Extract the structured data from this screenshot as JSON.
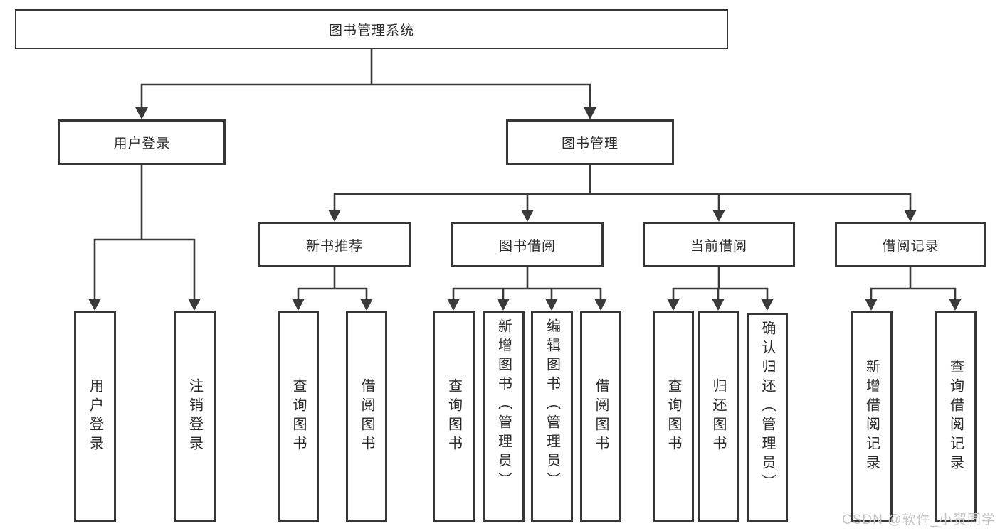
{
  "title": "图书管理系统",
  "level2": [
    "用户登录",
    "图书管理"
  ],
  "level3": [
    "新书推荐",
    "图书借阅",
    "当前借阅",
    "借阅记录"
  ],
  "level4": {
    "user_login": [
      "用户登录",
      "注销登录"
    ],
    "new_book": [
      "查询图书",
      "借阅图书"
    ],
    "book_borrow": [
      "查询图书",
      "新增图书（管理员）",
      "编辑图书（管理员）",
      "借阅图书"
    ],
    "current_borrow": [
      "查询图书",
      "归还图书",
      "确认归还（管理员）"
    ],
    "borrow_record": [
      "新增借阅记录",
      "查询借阅记录"
    ]
  },
  "watermark": "CSDN @软件_小贺同学",
  "colors": {
    "line": "#3a3a3a",
    "border": "#363636",
    "text": "#2b2b2b",
    "watermark": "#c6c6c6",
    "background": "#ffffff"
  }
}
